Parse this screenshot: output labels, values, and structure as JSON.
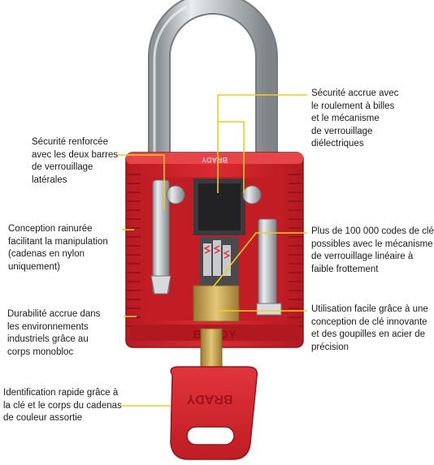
{
  "brand": "BRADY",
  "key_brand": "BRADY",
  "colors": {
    "body_red": "#d3222a",
    "dark_red": "#a5141b",
    "shackle_steel": "#bfc3c7",
    "brass": "#c9a554",
    "callout_line": "#f2cc1e"
  },
  "callouts": {
    "securite_barres": [
      "Sécurité renforcée",
      "avec les deux barres",
      "de verrouillage",
      "latérales"
    ],
    "rainure": [
      "Conception rainurée",
      "facilitant la manipulation",
      "(cadenas en nylon",
      "uniquement)"
    ],
    "durabilite": [
      "Durabilité accrue dans",
      "les environnements",
      "industriels grâce au",
      "corps monobloc"
    ],
    "identification": [
      "Identification rapide grâce à",
      "la clé et le corps du cadenas",
      "de couleur assortie"
    ],
    "roulement": [
      "Sécurité accrue avec",
      "le roulement à billes",
      "et le mécanisme",
      "de verrouillage",
      "diélectriques"
    ],
    "codes": [
      "Plus de 100 000 codes de clé",
      "possibles avec le mécanisme",
      "de verrouillage linéaire à",
      "faible frottement"
    ],
    "utilisation": [
      "Utilisation facile grâce à une",
      "conception de clé innovante",
      "et des goupilles en acier de",
      "précision"
    ]
  }
}
